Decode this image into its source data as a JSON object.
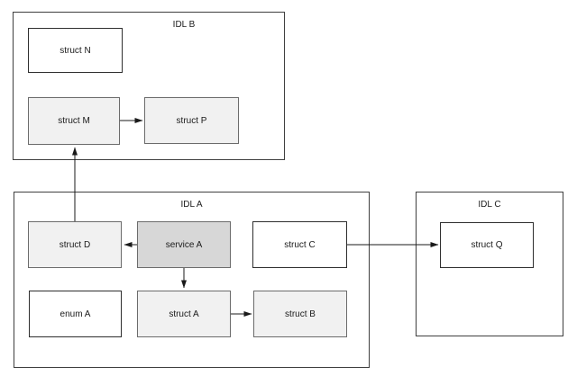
{
  "diagram": {
    "containers": {
      "idl_b": {
        "label": "IDL B"
      },
      "idl_a": {
        "label": "IDL A"
      },
      "idl_c": {
        "label": "IDL C"
      }
    },
    "nodes": {
      "struct_n": {
        "label": "struct N",
        "container": "IDL B",
        "fill": "#ffffff"
      },
      "struct_m": {
        "label": "struct M",
        "container": "IDL B",
        "fill": "#f1f1f1"
      },
      "struct_p": {
        "label": "struct P",
        "container": "IDL B",
        "fill": "#f1f1f1"
      },
      "struct_d": {
        "label": "struct D",
        "container": "IDL A",
        "fill": "#f1f1f1"
      },
      "service_a": {
        "label": "service A",
        "container": "IDL A",
        "fill": "#d7d7d7"
      },
      "struct_c": {
        "label": "struct C",
        "container": "IDL A",
        "fill": "#ffffff"
      },
      "enum_a": {
        "label": "enum A",
        "container": "IDL A",
        "fill": "#ffffff"
      },
      "struct_a": {
        "label": "struct A",
        "container": "IDL A",
        "fill": "#f1f1f1"
      },
      "struct_b": {
        "label": "struct B",
        "container": "IDL A",
        "fill": "#f1f1f1"
      },
      "struct_q": {
        "label": "struct Q",
        "container": "IDL C",
        "fill": "#ffffff"
      }
    },
    "edges": [
      {
        "from": "struct M",
        "to": "struct P"
      },
      {
        "from": "struct D",
        "to": "struct M"
      },
      {
        "from": "service A",
        "to": "struct D"
      },
      {
        "from": "service A",
        "to": "struct A"
      },
      {
        "from": "struct A",
        "to": "struct B"
      },
      {
        "from": "struct C",
        "to": "struct Q"
      }
    ],
    "colors": {
      "background": "#ffffff",
      "node_fill_plain": "#ffffff",
      "node_fill_shaded": "#f1f1f1",
      "node_fill_service": "#d7d7d7",
      "node_border": "#6b6b6b",
      "container_border": "#3f3f3f",
      "arrow": "#1a1a1a",
      "text": "#1a1a1a"
    }
  }
}
